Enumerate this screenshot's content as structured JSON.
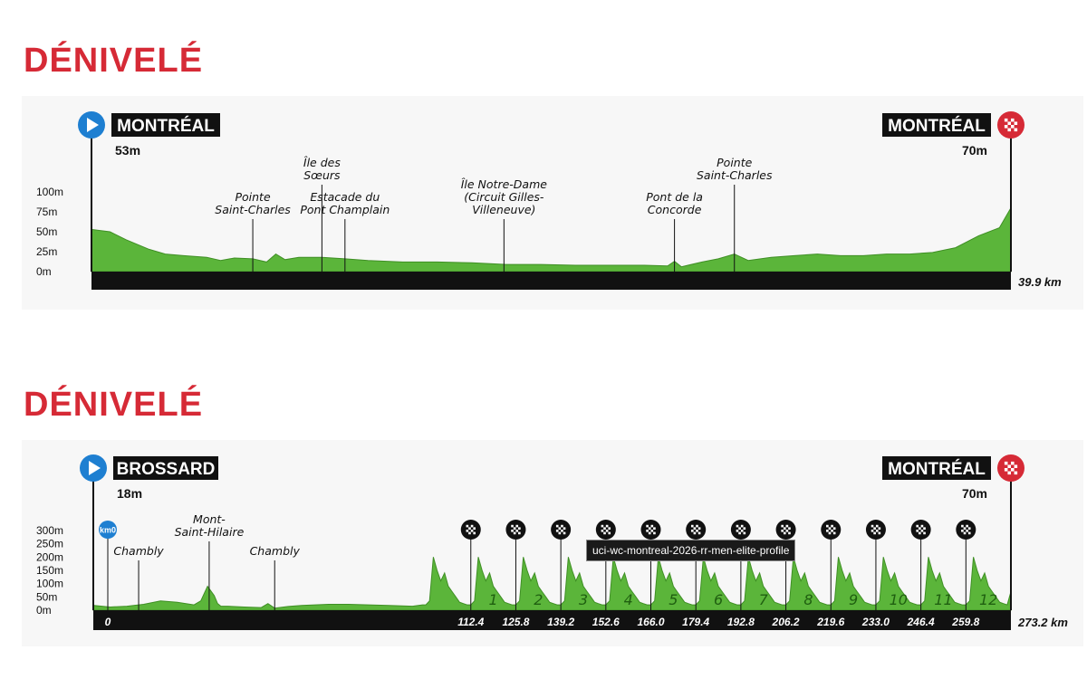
{
  "colors": {
    "title": "#d62a36",
    "profile_fill": "#5bb53a",
    "profile_stroke": "#3f8f25",
    "base_bar": "#111111",
    "start_icon": "#1e7fd1",
    "finish_icon": "#d62a36"
  },
  "icons": {
    "start": "play-icon",
    "finish": "checkered-flag-icon",
    "lap": "checkered-circle-icon",
    "km0": "km0-badge-icon"
  },
  "chart_data": [
    {
      "type": "area",
      "title": "DÉNIVELÉ",
      "start": {
        "name": "MONTRÉAL",
        "elevation_label": "53m"
      },
      "finish": {
        "name": "MONTRÉAL",
        "elevation_label": "70m"
      },
      "distance_label": "39.9 km",
      "y_ticks": [
        "0m",
        "25m",
        "50m",
        "75m",
        "100m"
      ],
      "y_tick_values": [
        0,
        25,
        50,
        75,
        100
      ],
      "ylim": [
        0,
        100
      ],
      "xlim": [
        0,
        39.9
      ],
      "grid": false,
      "waypoints": [
        {
          "lines": [
            "Pointe",
            "Saint-Charles"
          ],
          "km": 7.0
        },
        {
          "lines": [
            "Île des",
            "Sœurs"
          ],
          "km": 10.0
        },
        {
          "lines": [
            "Estacade du",
            "Pont Champlain"
          ],
          "km": 11.0
        },
        {
          "lines": [
            "Île Notre-Dame",
            "(Circuit Gilles-",
            "Villeneuve)"
          ],
          "km": 17.9
        },
        {
          "lines": [
            "Pont de la",
            "Concorde"
          ],
          "km": 25.3
        },
        {
          "lines": [
            "Pointe",
            "Saint-Charles"
          ],
          "km": 27.9
        }
      ],
      "x": [
        0,
        0.8,
        1.5,
        2.5,
        3.2,
        4.0,
        5.0,
        5.6,
        6.2,
        7.0,
        7.6,
        8.0,
        8.4,
        9.0,
        10.0,
        11.0,
        12.0,
        13.5,
        15.0,
        16.5,
        18.0,
        19.5,
        21.0,
        22.5,
        24.0,
        25.0,
        25.3,
        25.6,
        26.5,
        27.2,
        27.9,
        28.5,
        29.5,
        30.5,
        31.5,
        32.5,
        33.5,
        34.5,
        35.5,
        36.5,
        37.5,
        38.5,
        39.4,
        39.9
      ],
      "y": [
        53,
        50,
        40,
        28,
        22,
        20,
        18,
        14,
        17,
        16,
        12,
        22,
        15,
        18,
        18,
        16,
        14,
        12,
        12,
        11,
        9,
        9,
        8,
        8,
        8,
        7,
        13,
        6,
        12,
        16,
        22,
        14,
        18,
        20,
        22,
        20,
        20,
        22,
        22,
        24,
        30,
        45,
        55,
        80
      ]
    },
    {
      "type": "area",
      "title": "DÉNIVELÉ",
      "start": {
        "name": "BROSSARD",
        "elevation_label": "18m"
      },
      "finish": {
        "name": "MONTRÉAL",
        "elevation_label": "70m"
      },
      "distance_label": "273.2 km",
      "km0_label": "km0",
      "y_ticks": [
        "0m",
        "50m",
        "100m",
        "150m",
        "200m",
        "250m",
        "300m"
      ],
      "y_tick_values": [
        0,
        50,
        100,
        150,
        200,
        250,
        300
      ],
      "ylim": [
        0,
        300
      ],
      "xlim": [
        0,
        273.2
      ],
      "grid": false,
      "waypoints": [
        {
          "lines": [
            "Chambly"
          ],
          "km": 13.5
        },
        {
          "lines": [
            "Mont-",
            "Saint-Hilaire"
          ],
          "km": 34.5
        },
        {
          "lines": [
            "Chambly"
          ],
          "km": 54.0
        }
      ],
      "laps": [
        "1",
        "2",
        "3",
        "4",
        "5",
        "6",
        "7",
        "8",
        "9",
        "10",
        "11",
        "12"
      ],
      "lap_km_labels": [
        "0",
        "112.4",
        "125.8",
        "139.2",
        "152.6",
        "166.0",
        "179.4",
        "192.8",
        "206.2",
        "219.6",
        "233.0",
        "246.4",
        "259.8"
      ],
      "lap_km_values": [
        0,
        112.4,
        125.8,
        139.2,
        152.6,
        166.0,
        179.4,
        192.8,
        206.2,
        219.6,
        233.0,
        246.4,
        259.8
      ],
      "lap_segment": [
        20,
        35,
        200,
        150,
        110,
        140,
        90,
        70,
        50,
        30,
        25,
        20
      ],
      "x": [
        0,
        5,
        10,
        15,
        20,
        25,
        30,
        32,
        34,
        36,
        37,
        38,
        40,
        45,
        50,
        52,
        54,
        58,
        62,
        66,
        70,
        76,
        82,
        88,
        95,
        98.0
      ],
      "y": [
        18,
        12,
        15,
        22,
        35,
        30,
        20,
        35,
        90,
        55,
        25,
        15,
        15,
        12,
        10,
        25,
        8,
        14,
        18,
        20,
        22,
        22,
        20,
        18,
        15,
        20
      ]
    }
  ],
  "tooltip": {
    "text": "uci-wc-montreal-2026-rr-men-elite-profile"
  }
}
